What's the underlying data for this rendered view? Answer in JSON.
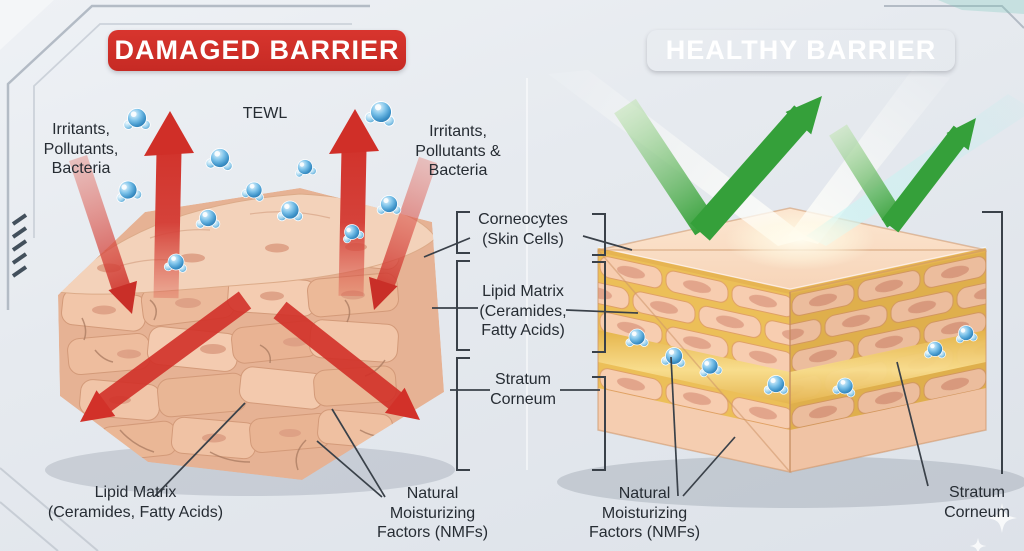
{
  "left_panel": {
    "banner": "DAMAGED BARRIER",
    "tewl": "TEWL",
    "irritants_left": {
      "l1": "Irritants,",
      "l2": "Pollutants,",
      "l3": "Bacteria"
    },
    "irritants_right": {
      "l1": "Irritants,",
      "l2": "Pollutants &",
      "l3": "Bacteria"
    },
    "lipid_bottom": {
      "title": "Lipid Matrix",
      "sub": "(Ceramides, Fatty Acids)"
    }
  },
  "right_panel": {
    "banner": "HEALTHY BARRIER",
    "stratum_bottom": {
      "l1": "Stratum",
      "l2": "Corneum"
    }
  },
  "center_labels": {
    "corneocytes": {
      "title": "Corneocytes",
      "sub": "(Skin Cells)"
    },
    "lipid_matrix": {
      "title": "Lipid Matrix",
      "sub1": "(Ceramides,",
      "sub2": "Fatty Acids)"
    },
    "stratum": {
      "l1": "Stratum",
      "l2": "Corneum"
    }
  },
  "nmf_label": {
    "l1": "Natural",
    "l2": "Moisturizing",
    "l3_bold": "Factors",
    "l3_reg": "(NMFs)"
  },
  "icons": {
    "water_molecule": "water-molecule",
    "red_arrow": "tewl-escape-arrow",
    "green_arrow": "reflected-light-arrow"
  },
  "colors": {
    "damaged_accent": "#d0302a",
    "healthy_accent": "#3fa53a",
    "water_blue": "#58aede",
    "lipid_gold": "#edc05a",
    "skin_tone": "#f5cbae",
    "text_dark": "#262c33"
  }
}
